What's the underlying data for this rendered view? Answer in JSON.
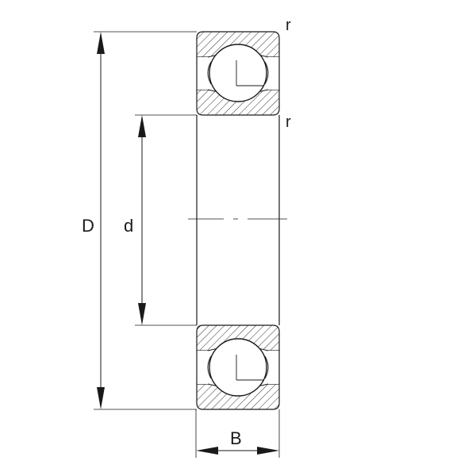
{
  "drawing": {
    "labels": {
      "outer_diameter": "D",
      "bore_diameter": "d",
      "width": "B",
      "radius_top": "r",
      "radius_bottom": "r"
    },
    "colors": {
      "line": "#1a1a1a",
      "background": "#ffffff"
    },
    "style": "technical-drawing-cross-section",
    "component": "deep-groove-ball-bearing"
  }
}
